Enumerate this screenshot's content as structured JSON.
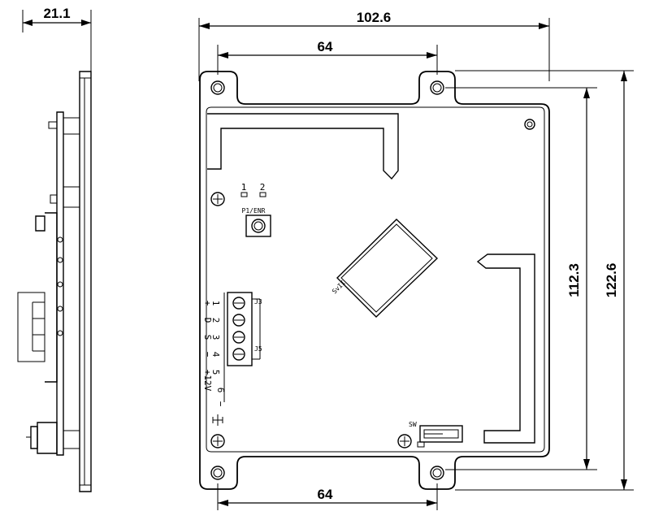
{
  "dimensions": {
    "side_depth": "21.1",
    "overall_width": "102.6",
    "top_hole_spacing": "64",
    "bottom_hole_spacing": "64",
    "hole_height": "112.3",
    "overall_height": "122.6"
  },
  "labels": {
    "led1": "1",
    "led2": "2",
    "button": "P1/ENR",
    "chip": "SvII",
    "jumper_a": "J3",
    "jumper_b": "J5",
    "switch": "SW"
  },
  "terminal_pins": {
    "numbers": [
      "1",
      "2",
      "3",
      "4",
      "5",
      "6"
    ],
    "signals": [
      "+",
      "D",
      "S",
      "−",
      "+12V",
      "−"
    ],
    "ground_symbol": "ground-symbol"
  }
}
